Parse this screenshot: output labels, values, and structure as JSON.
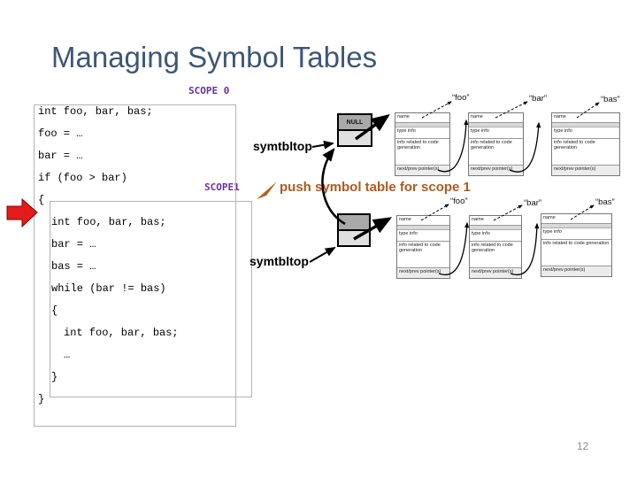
{
  "title": "Managing Symbol Tables",
  "page_number": "12",
  "labels": {
    "scope0": "SCOPE 0",
    "scope1": "SCOPE1",
    "push": "push symbol table for scope 1",
    "symtbltop_scope0": "symtbltop",
    "symtbltop_scope1": "symtbltop",
    "null": "NULL"
  },
  "code": {
    "lines": [
      "int foo, bar, bas;",
      "foo = …",
      "bar = …",
      "if (foo > bar)",
      "{",
      "int foo, bar, bas;",
      "bar = …",
      "bas = …",
      "while (bar != bas)",
      "{",
      "int foo, bar, bas;",
      "…",
      "}",
      "}"
    ]
  },
  "record": {
    "rows": [
      "name",
      "type info",
      "info related to code generation",
      "next/prev pointer(s)"
    ]
  },
  "scope0": {
    "names": [
      "“foo”",
      "“bar”",
      "“bas”"
    ]
  },
  "scope1": {
    "names": [
      "“foo”",
      "“bar”",
      "“bas”"
    ]
  },
  "colors": {
    "title": "#3d5777",
    "scope_label": "#6a2f9f",
    "push_text": "#b0591d",
    "red_arrow": "#e31b1b",
    "stack_cell_dark": "#a9a9a9",
    "stack_cell_light": "#e0e0e0"
  }
}
